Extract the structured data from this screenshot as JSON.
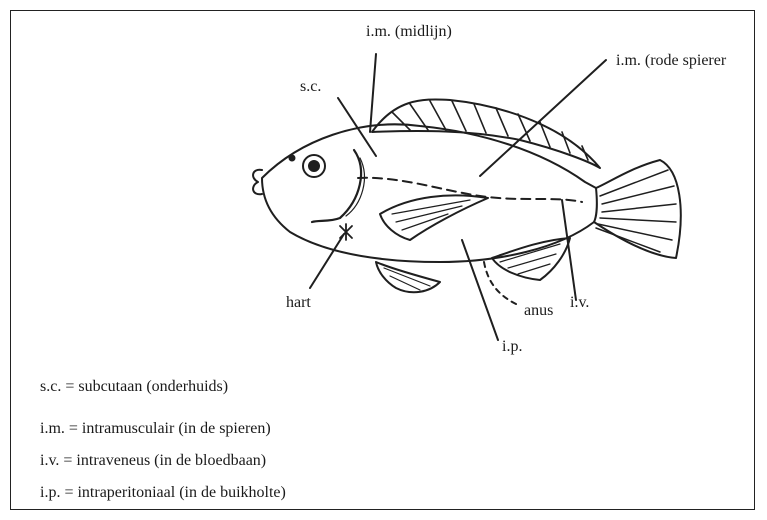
{
  "labels": {
    "im_midline": "i.m. (midlijn)",
    "im_red_muscle": "i.m. (rode spierer",
    "sc": "s.c.",
    "hart": "hart",
    "anus": "anus",
    "iv": "i.v.",
    "ip": "i.p."
  },
  "legend": [
    "s.c. = subcutaan (onderhuids)",
    "i.m. = intramusculair (in de spieren)",
    "i.v. = intraveneus (in de bloedbaan)",
    "i.p. = intraperitoniaal (in de buikholte)"
  ]
}
